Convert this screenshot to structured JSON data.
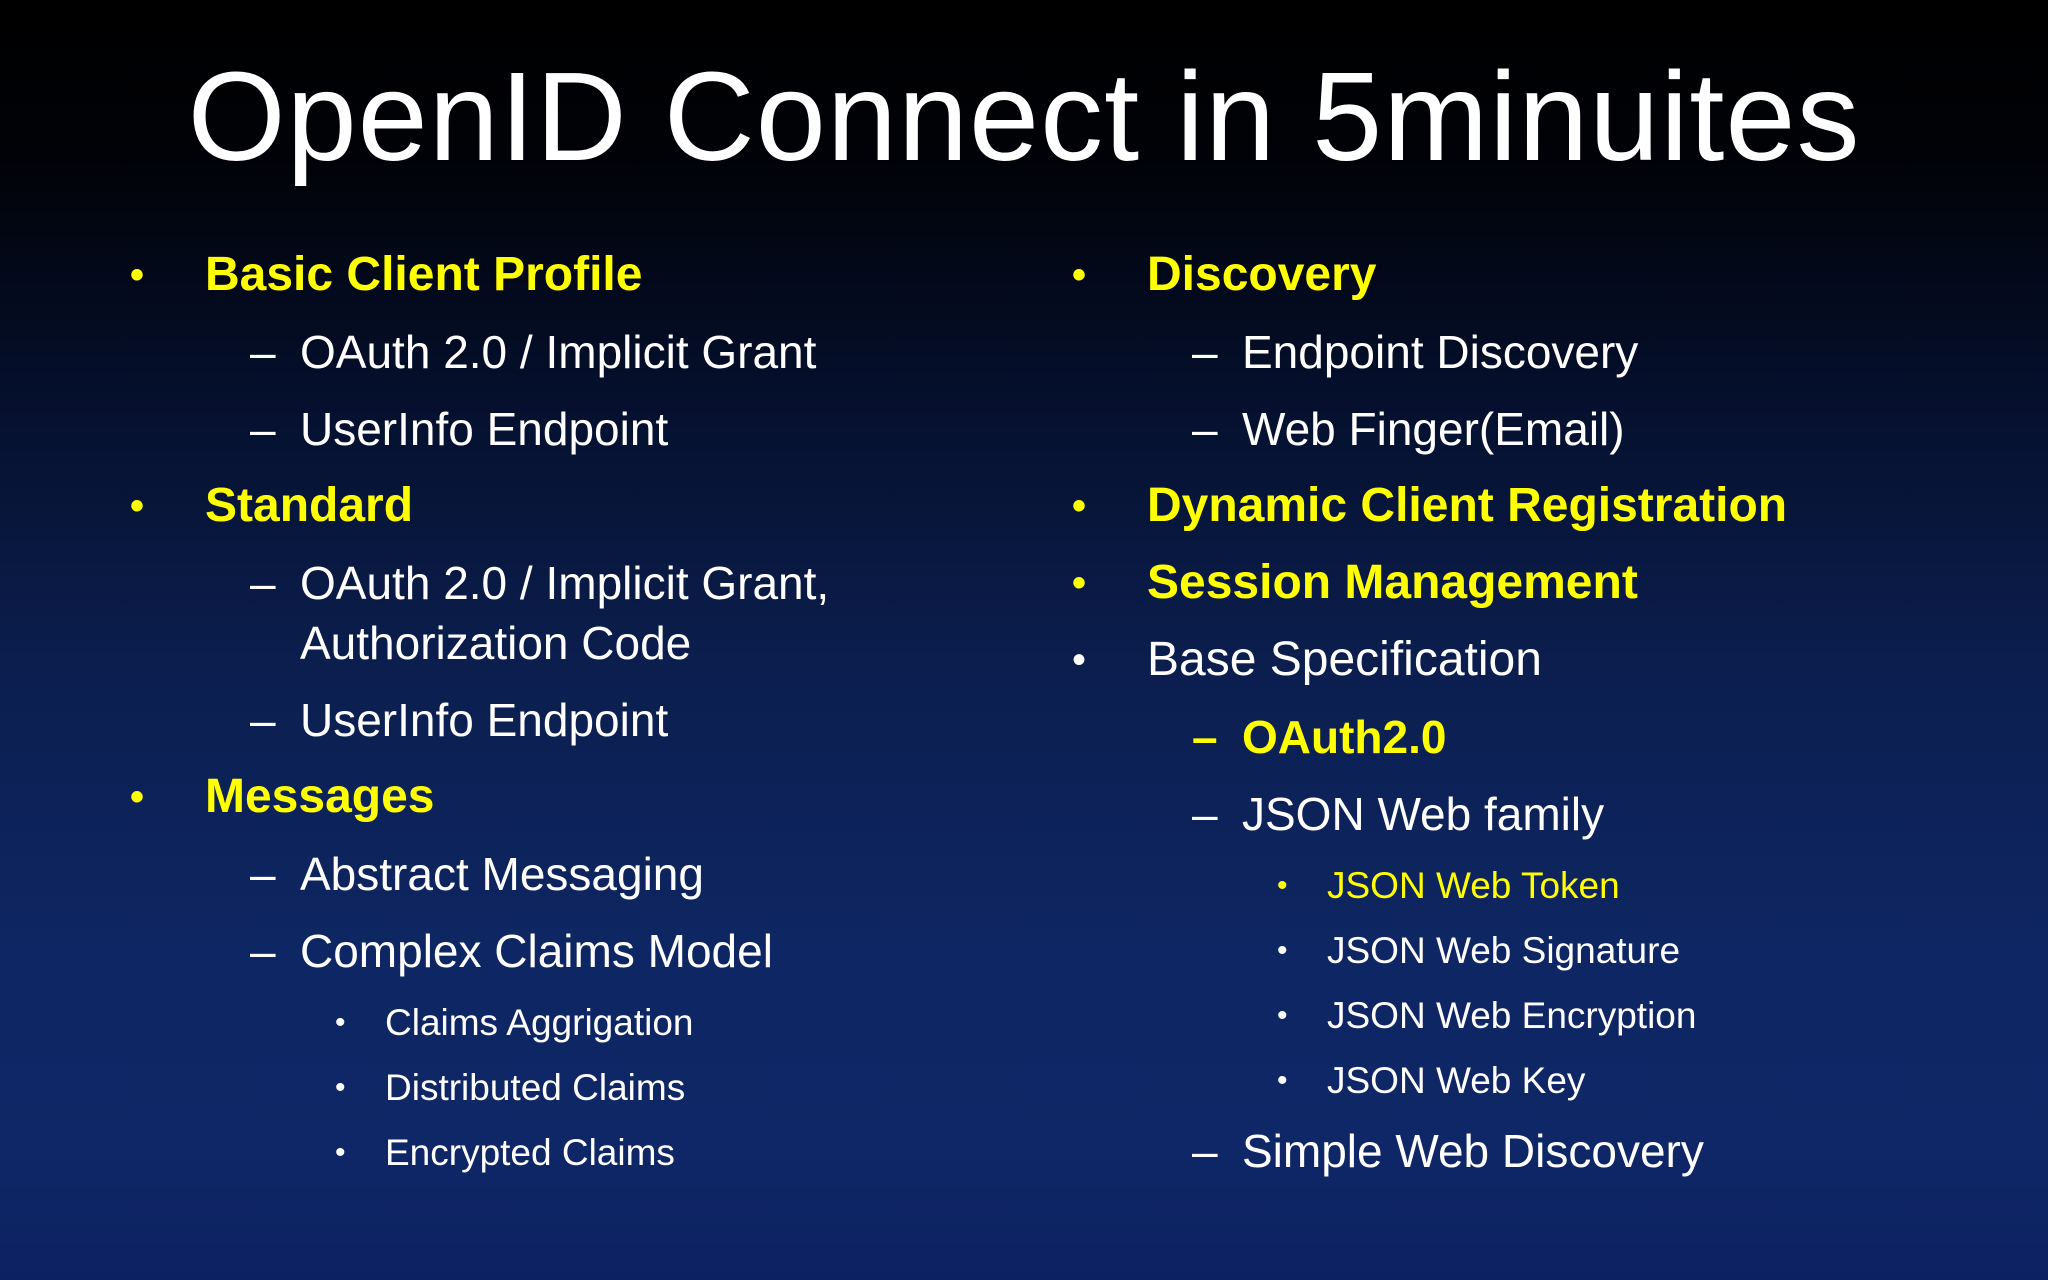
{
  "slide": {
    "title": "OpenID Connect in 5minuites"
  },
  "theme": {
    "background_top": "#000000",
    "background_bottom": "#0c2161",
    "accent_yellow": "#ffff00",
    "text_white": "#ffffff"
  },
  "bullets": {
    "level1": "•",
    "level2": "–",
    "level3": "•"
  },
  "columns": {
    "left": {
      "items": [
        {
          "text": "Basic Client Profile",
          "level": 1,
          "color": "yellow",
          "bold": true
        },
        {
          "text": "OAuth 2.0 / Implicit Grant",
          "level": 2,
          "color": "white",
          "bold": false
        },
        {
          "text": "UserInfo Endpoint",
          "level": 2,
          "color": "white",
          "bold": false
        },
        {
          "text": "Standard",
          "level": 1,
          "color": "yellow",
          "bold": true
        },
        {
          "text": "OAuth 2.0 / Implicit Grant, Authorization Code",
          "level": 2,
          "color": "white",
          "bold": false
        },
        {
          "text": "UserInfo Endpoint",
          "level": 2,
          "color": "white",
          "bold": false
        },
        {
          "text": "Messages",
          "level": 1,
          "color": "yellow",
          "bold": true
        },
        {
          "text": "Abstract Messaging",
          "level": 2,
          "color": "white",
          "bold": false
        },
        {
          "text": "Complex Claims Model",
          "level": 2,
          "color": "white",
          "bold": false
        },
        {
          "text": "Claims Aggrigation",
          "level": 3,
          "color": "white",
          "bold": false
        },
        {
          "text": "Distributed Claims",
          "level": 3,
          "color": "white",
          "bold": false
        },
        {
          "text": "Encrypted Claims",
          "level": 3,
          "color": "white",
          "bold": false
        }
      ]
    },
    "right": {
      "items": [
        {
          "text": "Discovery",
          "level": 1,
          "color": "yellow",
          "bold": true
        },
        {
          "text": "Endpoint Discovery",
          "level": 2,
          "color": "white",
          "bold": false
        },
        {
          "text": "Web Finger(Email)",
          "level": 2,
          "color": "white",
          "bold": false
        },
        {
          "text": "Dynamic Client Registration",
          "level": 1,
          "color": "yellow",
          "bold": true
        },
        {
          "text": "Session Management",
          "level": 1,
          "color": "yellow",
          "bold": true
        },
        {
          "text": "Base Specification",
          "level": 1,
          "color": "white",
          "bold": false
        },
        {
          "text": "OAuth2.0",
          "level": 2,
          "color": "yellow",
          "bold": true
        },
        {
          "text": "JSON Web family",
          "level": 2,
          "color": "white",
          "bold": false
        },
        {
          "text": "JSON Web Token",
          "level": 3,
          "color": "yellow",
          "bold": false
        },
        {
          "text": "JSON Web Signature",
          "level": 3,
          "color": "white",
          "bold": false
        },
        {
          "text": "JSON Web Encryption",
          "level": 3,
          "color": "white",
          "bold": false
        },
        {
          "text": "JSON Web Key",
          "level": 3,
          "color": "white",
          "bold": false
        },
        {
          "text": "Simple Web Discovery",
          "level": 2,
          "color": "white",
          "bold": false
        }
      ]
    }
  }
}
